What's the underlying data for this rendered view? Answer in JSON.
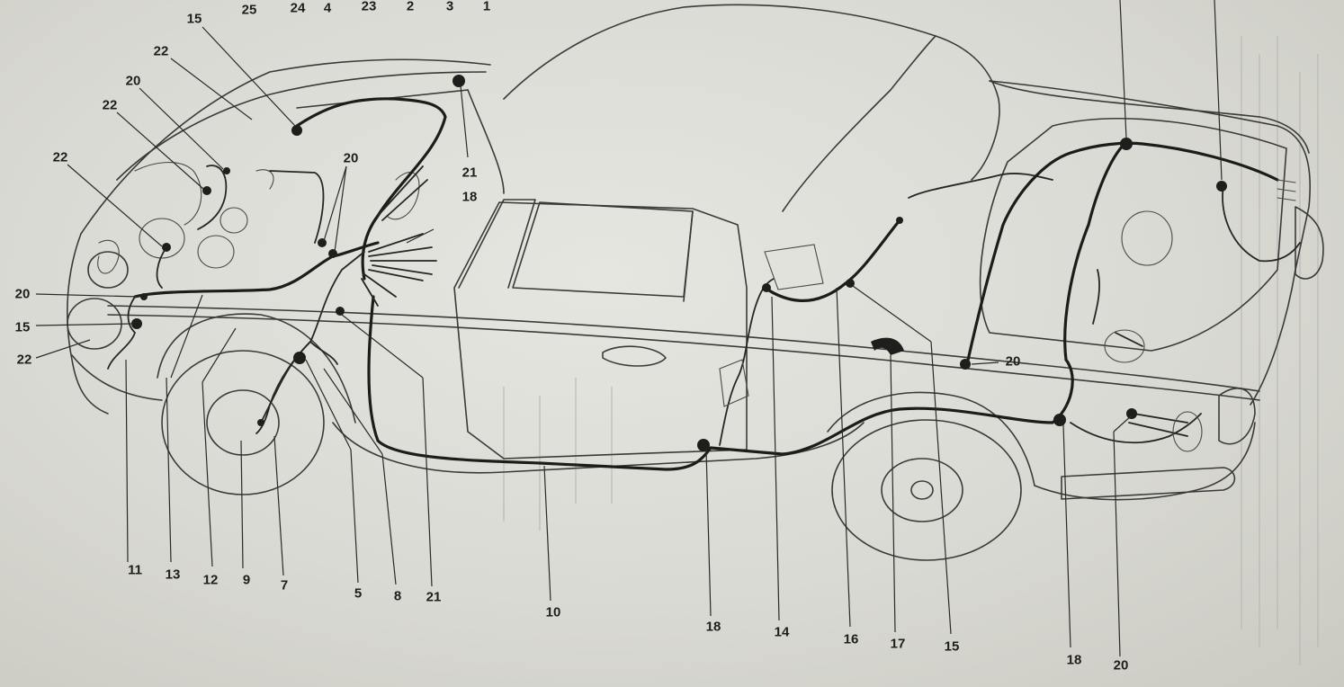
{
  "callouts": {
    "c25": "25",
    "c24": "24",
    "c4": "4",
    "c23": "23",
    "c2": "2",
    "c3": "3",
    "c1": "1",
    "c15a": "15",
    "c22a": "22",
    "c20a": "20",
    "c22b": "22",
    "c22c": "22",
    "c20b": "20",
    "c21a": "21",
    "c18a": "18",
    "c20c": "20",
    "c15b": "15",
    "c22d": "22",
    "c11": "11",
    "c13": "13",
    "c12": "12",
    "c9": "9",
    "c7": "7",
    "c5": "5",
    "c8": "8",
    "c21b": "21",
    "c10": "10",
    "c18b": "18",
    "c14": "14",
    "c16": "16",
    "c17": "17",
    "c15c": "15",
    "c18c": "18",
    "c20d": "20",
    "c20e": "20"
  },
  "colors": {
    "line": "#3a3a38",
    "harness": "#1c1c1a",
    "paper": "#e2e2dc"
  }
}
